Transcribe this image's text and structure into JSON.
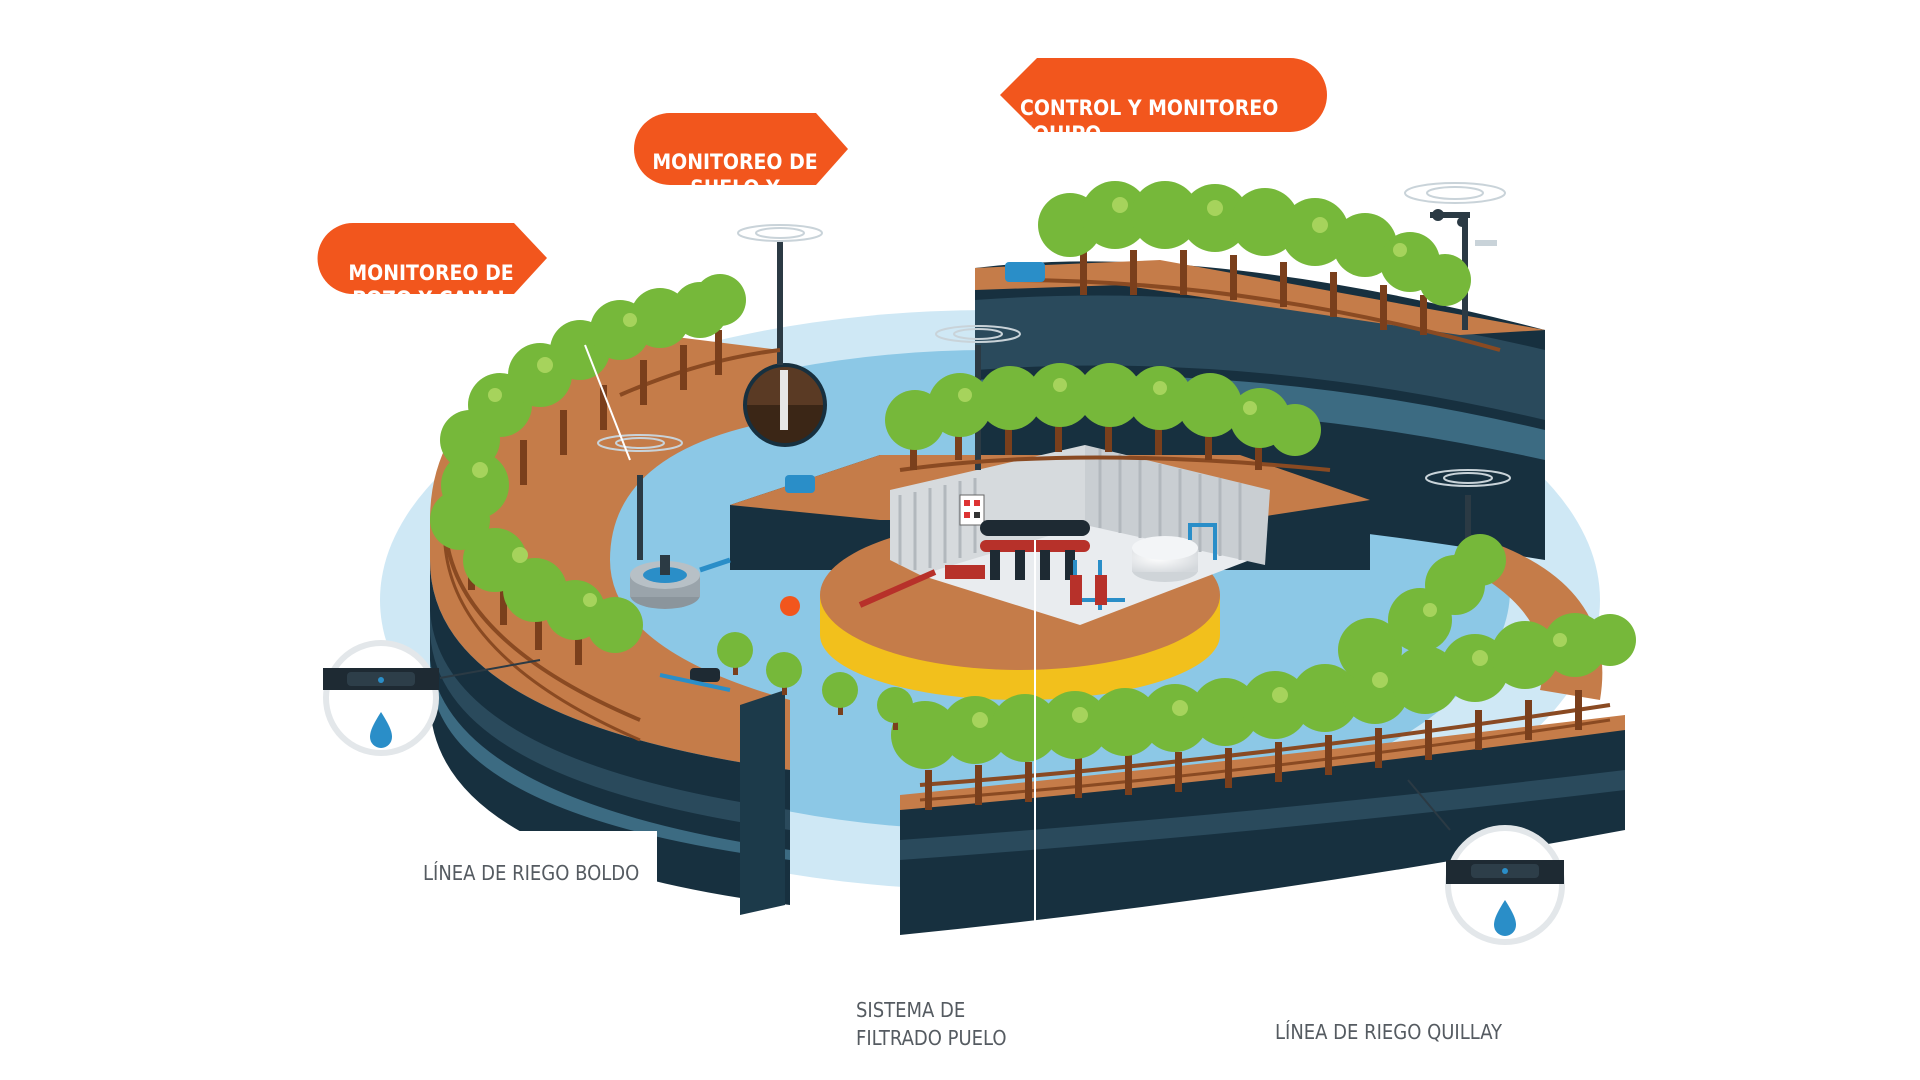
{
  "callouts": {
    "pozo": "MONITOREO DE\nPOZO Y CANAL",
    "suelo": "MONITOREO DE\nSUELO Y PLANTA",
    "control": "CONTROL Y MONITOREO EQUIPO\nDE RIEGO Y FERTIRIEGO"
  },
  "captions": {
    "boldo": "LÍNEA DE RIEGO BOLDO",
    "filtrado": "SISTEMA DE\nFILTRADO PUELO",
    "quillay": "LÍNEA DE RIEGO QUILLAY"
  },
  "colors": {
    "callout": "#f2561d",
    "terrain_top": "#c57c49",
    "terrain_side": "#17303f",
    "water": "#8cc8e6",
    "foliage": "#76b83a",
    "trunk": "#7a3f1c",
    "platform_ring": "#f2c01c"
  }
}
